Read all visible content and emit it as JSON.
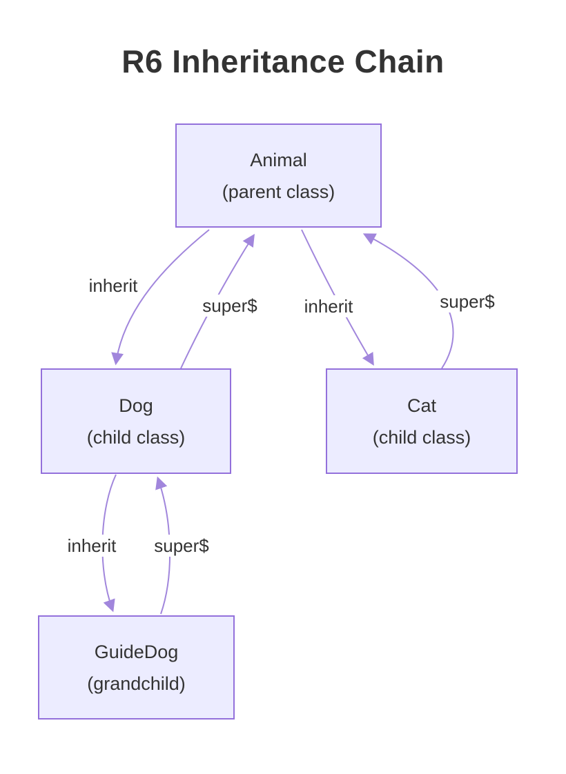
{
  "title": "R6 Inheritance Chain",
  "colors": {
    "node_fill": "#ECECFF",
    "node_border": "#9370DB",
    "edge": "#A186DC",
    "text": "#333333"
  },
  "nodes": {
    "animal": {
      "line1": "Animal",
      "line2": "(parent class)"
    },
    "dog": {
      "line1": "Dog",
      "line2": "(child class)"
    },
    "cat": {
      "line1": "Cat",
      "line2": "(child class)"
    },
    "guidedog": {
      "line1": "GuideDog",
      "line2": "(grandchild)"
    }
  },
  "edges": [
    {
      "from": "Animal",
      "to": "Dog",
      "label": "inherit"
    },
    {
      "from": "Dog",
      "to": "Animal",
      "label": "super$"
    },
    {
      "from": "Animal",
      "to": "Cat",
      "label": "inherit"
    },
    {
      "from": "Cat",
      "to": "Animal",
      "label": "super$"
    },
    {
      "from": "Dog",
      "to": "GuideDog",
      "label": "inherit"
    },
    {
      "from": "GuideDog",
      "to": "Dog",
      "label": "super$"
    }
  ]
}
